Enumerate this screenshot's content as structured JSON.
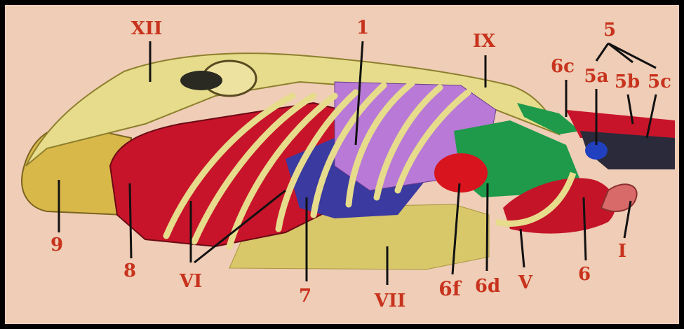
{
  "figure": {
    "labels": {
      "xii": "XII",
      "one": "1",
      "ix": "IX",
      "five": "5",
      "six_c": "6c",
      "five_a": "5a",
      "five_b": "5b",
      "five_c": "5c",
      "nine": "9",
      "eight": "8",
      "vi": "VI",
      "seven": "7",
      "vii": "VII",
      "six_f": "6f",
      "six_d": "6d",
      "v": "V",
      "six": "6",
      "i": "I"
    },
    "colors": {
      "background": "#efcdb6",
      "frame": "#000000",
      "label": "#c8331e",
      "bone": "#e6dc8c",
      "muscle_red": "#c8142a",
      "lung_purple": "#b87ad6",
      "blue": "#3a3aa0",
      "green": "#1e9a4a",
      "pedestal": "#d8c86a"
    }
  }
}
